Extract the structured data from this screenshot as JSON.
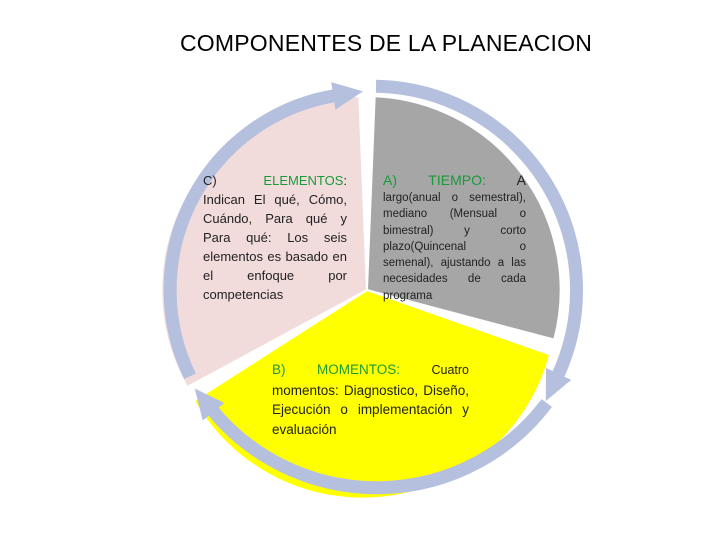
{
  "title": "COMPONENTES DE LA PLANEACION",
  "colors": {
    "elementos_fill": "#f2dcdb",
    "tiempo_fill": "#a6a6a6",
    "momentos_fill": "#ffff00",
    "arrow": "#b4c0de",
    "label_green": "#1a9a3a"
  },
  "segments": {
    "tiempo": {
      "label": "A)      TIEMPO:",
      "head_rest": "A",
      "body": "largo(anual o semestral), mediano (Mensual o bimestral) y corto plazo(Quincenal o semenal), ajustando a las necesidades de cada programa"
    },
    "momentos": {
      "label": "B)    MOMENTOS:",
      "head_rest": "Cuatro",
      "body": "momentos: Diagnostico, Diseño, Ejecución o implementación y evaluación"
    },
    "elementos": {
      "label_prefix": "C)",
      "label": "ELEMENTOS",
      "label_suffix": ":",
      "body": "Indican El qué, Cómo, Cuándo, Para qué y Para qué: Los seis elementos es basado en el enfoque por competencias"
    }
  }
}
